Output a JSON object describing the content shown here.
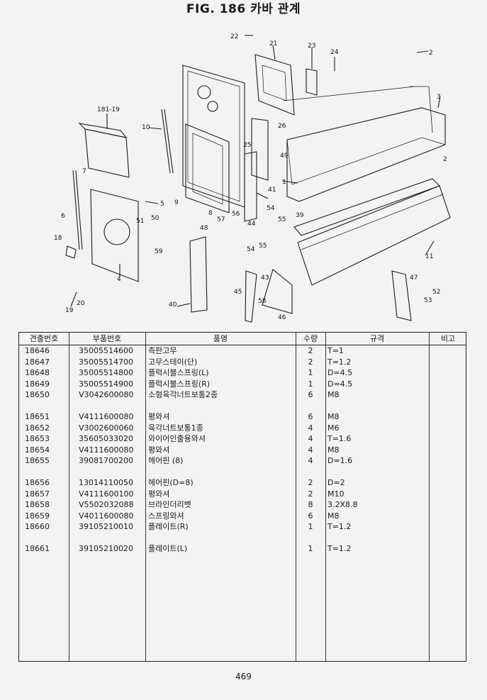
{
  "title": "FIG. 186 카바 관계",
  "diagram_callouts": [
    "22",
    "21",
    "23",
    "24",
    "2",
    "181-19",
    "10",
    "3",
    "26",
    "25",
    "7",
    "49",
    "2",
    "1",
    "41",
    "5",
    "9",
    "6",
    "51",
    "50",
    "57",
    "56",
    "54",
    "55",
    "39",
    "18",
    "59",
    "48",
    "44",
    "54",
    "55",
    "11",
    "4",
    "8",
    "43",
    "47",
    "52",
    "19",
    "20",
    "40",
    "45",
    "58",
    "46",
    "53"
  ],
  "table": {
    "headers": [
      "견출번호",
      "부품번호",
      "품명",
      "수량",
      "규격",
      "비고"
    ],
    "rows": [
      {
        "no": "18646",
        "part": "35005514600",
        "name": "측판고무",
        "qty": "2",
        "spec": "T=1"
      },
      {
        "no": "18647",
        "part": "35005514700",
        "name": "고무스테이(단)",
        "qty": "2",
        "spec": "T=1.2"
      },
      {
        "no": "18648",
        "part": "35005514800",
        "name": "플럭시블스프링(L)",
        "qty": "1",
        "spec": "D=4.5"
      },
      {
        "no": "18649",
        "part": "35005514900",
        "name": "플럭시블스프링(R)",
        "qty": "1",
        "spec": "D=4.5"
      },
      {
        "no": "18650",
        "part": "V3042600080",
        "name": "소형육각너트보통2종",
        "qty": "6",
        "spec": "M8"
      },
      {
        "gap": true
      },
      {
        "no": "18651",
        "part": "V4111600080",
        "name": "평와셔",
        "qty": "6",
        "spec": "M8"
      },
      {
        "no": "18652",
        "part": "V3002600060",
        "name": "육각너트보통1종",
        "qty": "4",
        "spec": "M6"
      },
      {
        "no": "18653",
        "part": "35605033020",
        "name": "와이어인출용와셔",
        "qty": "4",
        "spec": "T=1.6"
      },
      {
        "no": "18654",
        "part": "V4111600080",
        "name": "평와셔",
        "qty": "4",
        "spec": "M8"
      },
      {
        "no": "18655",
        "part": "39081700200",
        "name": "헤어핀 (8)",
        "qty": "4",
        "spec": "D=1.6"
      },
      {
        "gap": true
      },
      {
        "no": "18656",
        "part": "13014110050",
        "name": "헤어핀(D=8)",
        "qty": "2",
        "spec": "D=2"
      },
      {
        "no": "18657",
        "part": "V4111600100",
        "name": "평와셔",
        "qty": "2",
        "spec": "M10"
      },
      {
        "no": "18658",
        "part": "V5502032088",
        "name": "브라인더리벳",
        "qty": "8",
        "spec": "3.2X8.8"
      },
      {
        "no": "18659",
        "part": "V4011600080",
        "name": "스프링와셔",
        "qty": "6",
        "spec": "M8"
      },
      {
        "no": "18660",
        "part": "39105210010",
        "name": "플레이트(R)",
        "qty": "1",
        "spec": "T=1.2"
      },
      {
        "gap": true
      },
      {
        "no": "18661",
        "part": "39105210020",
        "name": "플레이트(L)",
        "qty": "1",
        "spec": "T=1.2"
      }
    ]
  },
  "page_number": "469"
}
